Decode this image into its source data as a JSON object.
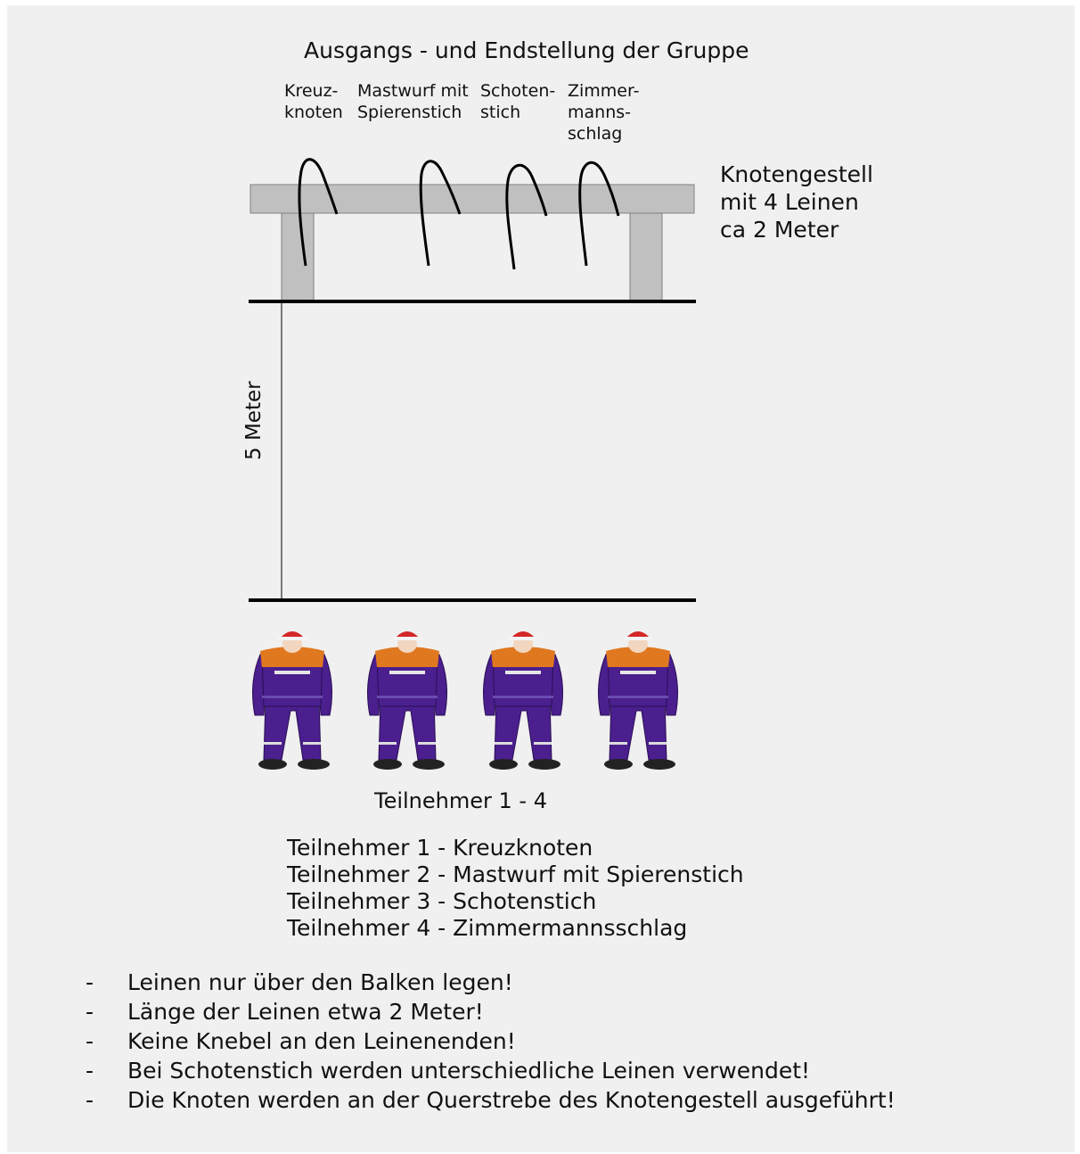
{
  "title": "Ausgangs - und Endstellung der Gruppe",
  "knots": [
    {
      "label": "Kreuz-\nknoten"
    },
    {
      "label": "Mastwurf mit\nSpierenstich"
    },
    {
      "label": "Schoten-\nstich"
    },
    {
      "label": "Zimmer-\nmanns-\nschlag"
    }
  ],
  "frame_label": "Knotengestell\nmit 4 Leinen\nca 2 Meter",
  "distance_label": "5 Meter",
  "participants_label": "Teilnehmer 1 - 4",
  "assignments": [
    "Teilnehmer 1 - Kreuzknoten",
    "Teilnehmer 2 - Mastwurf mit Spierenstich",
    "Teilnehmer 3 - Schotenstich",
    "Teilnehmer 4 - Zimmermannsschlag"
  ],
  "rules": [
    "Leinen nur über den Balken legen!",
    "Länge der Leinen etwa 2 Meter!",
    "Keine Knebel an den Leinenenden!",
    "Bei Schotenstich werden unterschiedliche Leinen verwendet!",
    "Die Knoten werden an der Querstrebe des Knotengestell ausgeführt!"
  ],
  "bullet_symbol": "-",
  "colors": {
    "background": "#f0f0f0",
    "frame": "#c0c0c0",
    "suit": "#4b1f8e",
    "shoulder": "#e07820",
    "helmet": "#d42828"
  }
}
